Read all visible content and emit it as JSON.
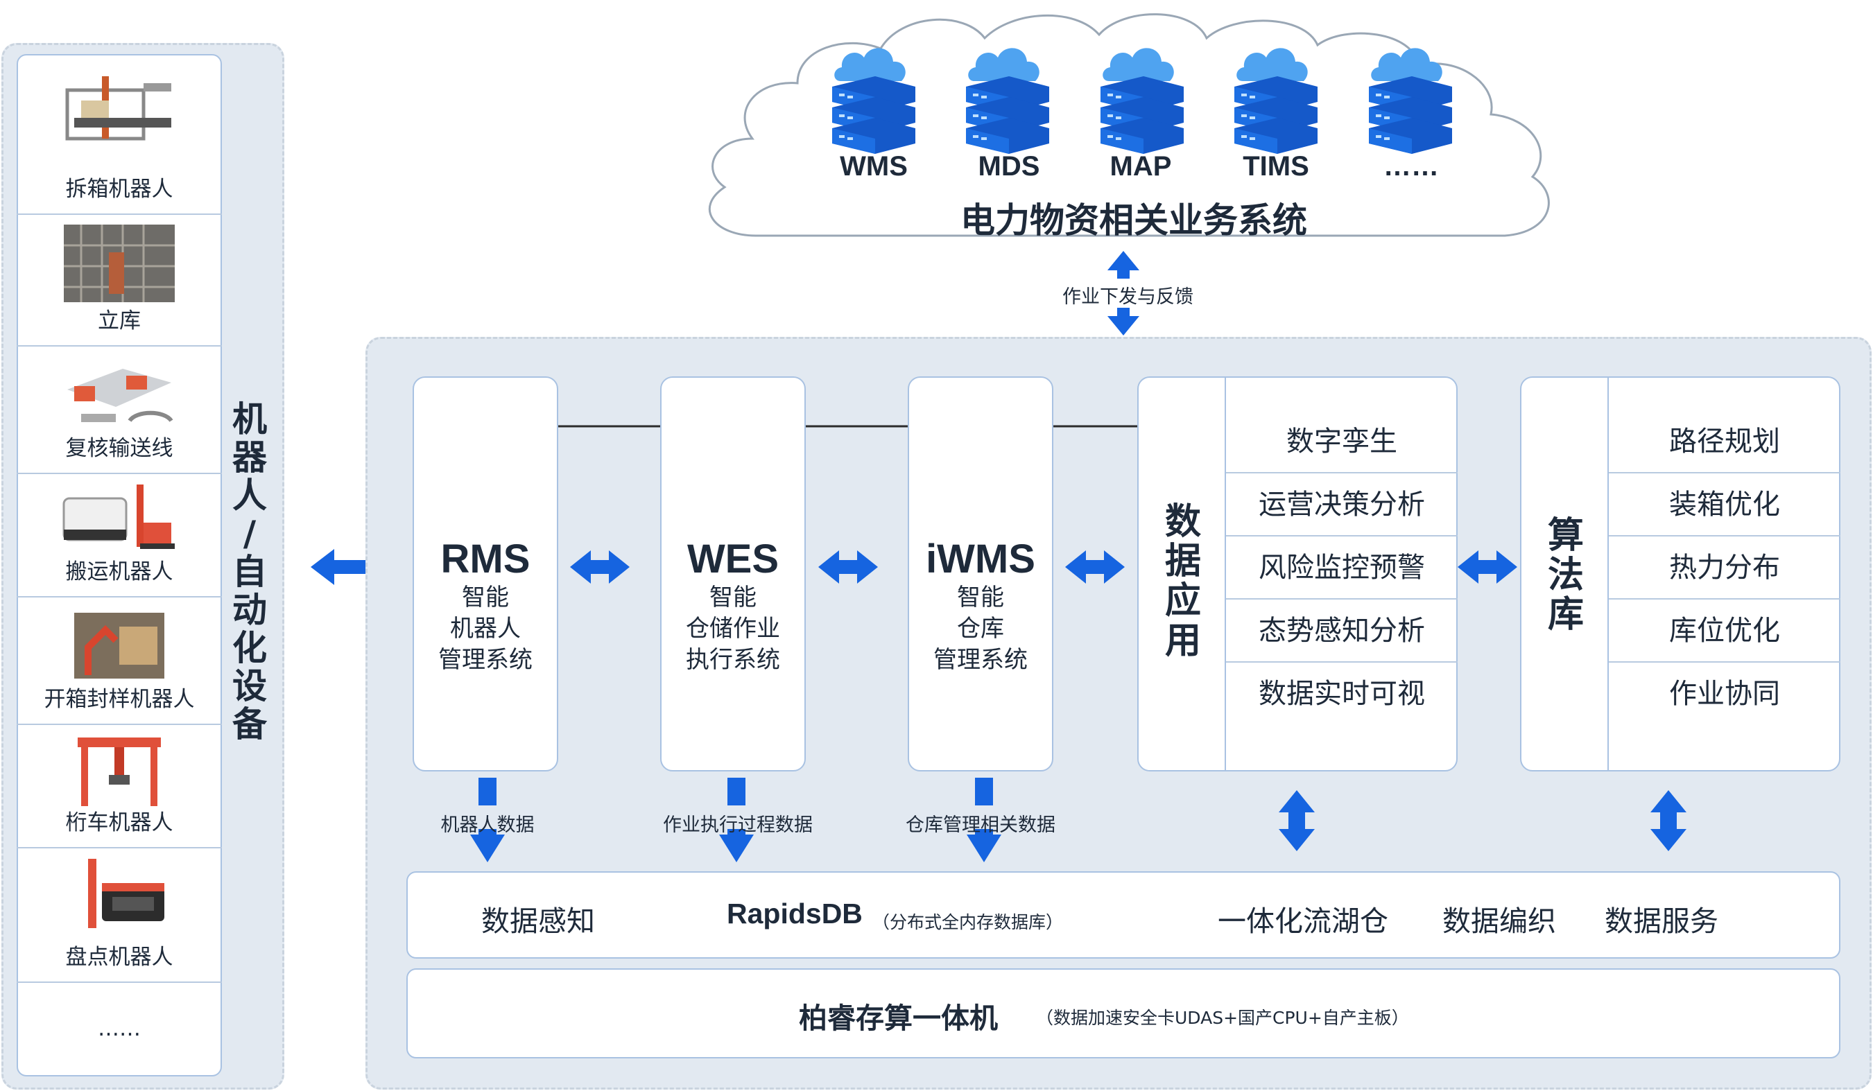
{
  "cloud": {
    "servers": [
      "WMS",
      "MDS",
      "MAP",
      "TIMS",
      "……"
    ],
    "title": "电力物资相关业务系统",
    "link_label": "作业下发与反馈"
  },
  "left": {
    "items": [
      "拆箱机器人",
      "立库",
      "复核输送线",
      "搬运机器人",
      "开箱封样机器人",
      "桁车机器人",
      "盘点机器人",
      "……"
    ],
    "vertical_title": [
      "机",
      "器",
      "人",
      "/",
      "自",
      "动",
      "化",
      "设",
      "备"
    ]
  },
  "systems": [
    {
      "name": "RMS",
      "desc": [
        "智能",
        "机器人",
        "管理系统"
      ],
      "flow": "机器人数据"
    },
    {
      "name": "WES",
      "desc": [
        "智能",
        "仓储作业",
        "执行系统"
      ],
      "flow": "作业执行过程数据"
    },
    {
      "name": "iWMS",
      "desc": [
        "智能",
        "仓库",
        "管理系统"
      ],
      "flow": "仓库管理相关数据"
    }
  ],
  "data_app": {
    "title": [
      "数",
      "据",
      "应",
      "用"
    ],
    "items": [
      "数字孪生",
      "运营决策分析",
      "风险监控预警",
      "态势感知分析",
      "数据实时可视"
    ]
  },
  "algo": {
    "title": [
      "算",
      "法",
      "库"
    ],
    "items": [
      "路径规划",
      "装箱优化",
      "热力分布",
      "库位优化",
      "作业协同"
    ]
  },
  "data_bar": {
    "perception": "数据感知",
    "db_name": "RapidsDB",
    "db_note": "（分布式全内存数据库）",
    "lake": "一体化流湖仓",
    "weave": "数据编织",
    "service": "数据服务"
  },
  "hw_bar": {
    "name": "柏睿存算一体机",
    "note": "（数据加速安全卡UDAS+国产CPU+自产主板）"
  },
  "colors": {
    "arrow": "#1664e0",
    "panel": "#e2e9f1",
    "card_border": "#a9c2e2",
    "server_dark": "#1559c9",
    "server_light": "#4fa3f0"
  }
}
